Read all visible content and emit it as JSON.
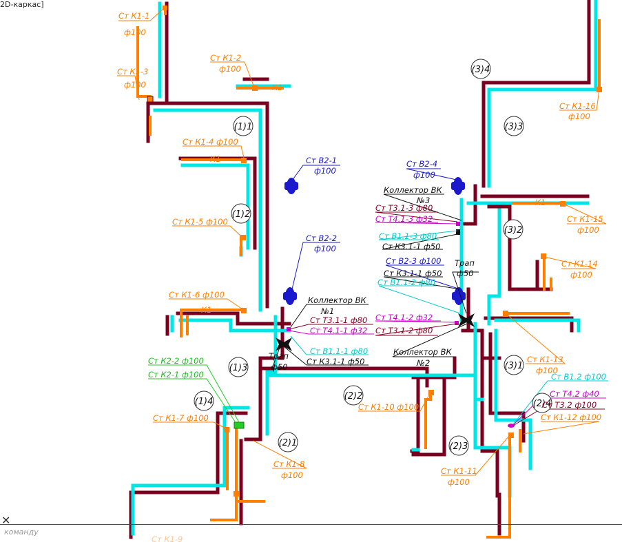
{
  "header": {
    "view_label": "2D-каркас]"
  },
  "command": {
    "placeholder": "команду"
  },
  "colors": {
    "supply": "#00e5e5",
    "drain": "#7a0020",
    "sewer_orange": "#ff7f00",
    "riser_blue": "#1a1acc",
    "magenta": "#cc00cc",
    "green": "#22aa22",
    "black": "#111111"
  },
  "zones": [
    "(1)1",
    "(1)2",
    "(1)3",
    "(1)4",
    "(2)1",
    "(2)2",
    "(2)3",
    "(2)4",
    "(3)1",
    "(3)2",
    "(3)3",
    "(3)4"
  ],
  "labels": {
    "k1_1": {
      "line1": "Ст К1-1",
      "line2": "ф100"
    },
    "k1_2": {
      "line1": "Ст К1-2",
      "line2": "ф100"
    },
    "k1_3": {
      "line1": "Ст К1-3",
      "line2": "ф100"
    },
    "k1_4": "Ст К1-4 ф100",
    "k1_5": "Ст К1-5 ф100",
    "k1_6": "Ст К1-6 ф100",
    "k1_7": "Ст К1-7 ф100",
    "k1_8": {
      "line1": "Ст К1-8",
      "line2": "ф100"
    },
    "k1_9": "Ст К1-9",
    "k1_10": "Ст К1-10 ф100",
    "k1_11": {
      "line1": "Ст К1-11",
      "line2": "ф100"
    },
    "k1_12": "Ст К1-12 ф100",
    "k1_13": {
      "line1": "Ст К1-13",
      "line2": "ф100"
    },
    "k1_14": {
      "line1": "Ст К1-14",
      "line2": "ф100"
    },
    "k1_15": {
      "line1": "Ст К1-15",
      "line2": "ф100"
    },
    "k1_16": {
      "line1": "Ст К1-16",
      "line2": "ф100"
    },
    "k2_2": "Ст К2-2 ф100",
    "k2_1": "Ст К2-1 ф100",
    "b2_1": {
      "line1": "Ст В2-1",
      "line2": "ф100"
    },
    "b2_2": {
      "line1": "Ст В2-2",
      "line2": "ф100"
    },
    "b2_3": "Ст В2-3 ф100",
    "b2_4": {
      "line1": "Ст В2-4",
      "line2": "ф100"
    },
    "coll1": {
      "line1": "Коллектор ВК",
      "line2": "№1"
    },
    "coll2": {
      "line1": "Коллектор ВК",
      "line2": "№2"
    },
    "coll3": {
      "line1": "Коллектор ВК",
      "line2": "№3"
    },
    "t31_1": "Ст Т3.1-1 ф80",
    "t41_1": "Ст Т4.1-1 ф32",
    "b11_1": "Ст В1.1-1 ф80",
    "k31_1": "Ст К3.1-1 ф50",
    "trap1": {
      "line1": "Трап",
      "line2": "ф50"
    },
    "t31_3": "Ст Т3.1-3 ф80",
    "t41_3": "Ст Т4.1-3 ф32",
    "b11_3": "Ст В1.1-3 ф80",
    "k31_1b": "Ст К3.1-1 ф50",
    "k31_1c": "Ст К3.1-1 ф50",
    "b11_2": "Ст В1.1-2 ф80",
    "trap2": {
      "line1": "Трап",
      "line2": "ф50"
    },
    "t41_2": "Ст Т4.1-2 ф32",
    "t31_2": "Ст Т3.1-2 ф80",
    "b12": "Ст В1.2 ф100",
    "t42": "Ст Т4.2 ф40",
    "t32": "Ст Т3.2 ф100",
    "pipe_tag": "К1"
  }
}
